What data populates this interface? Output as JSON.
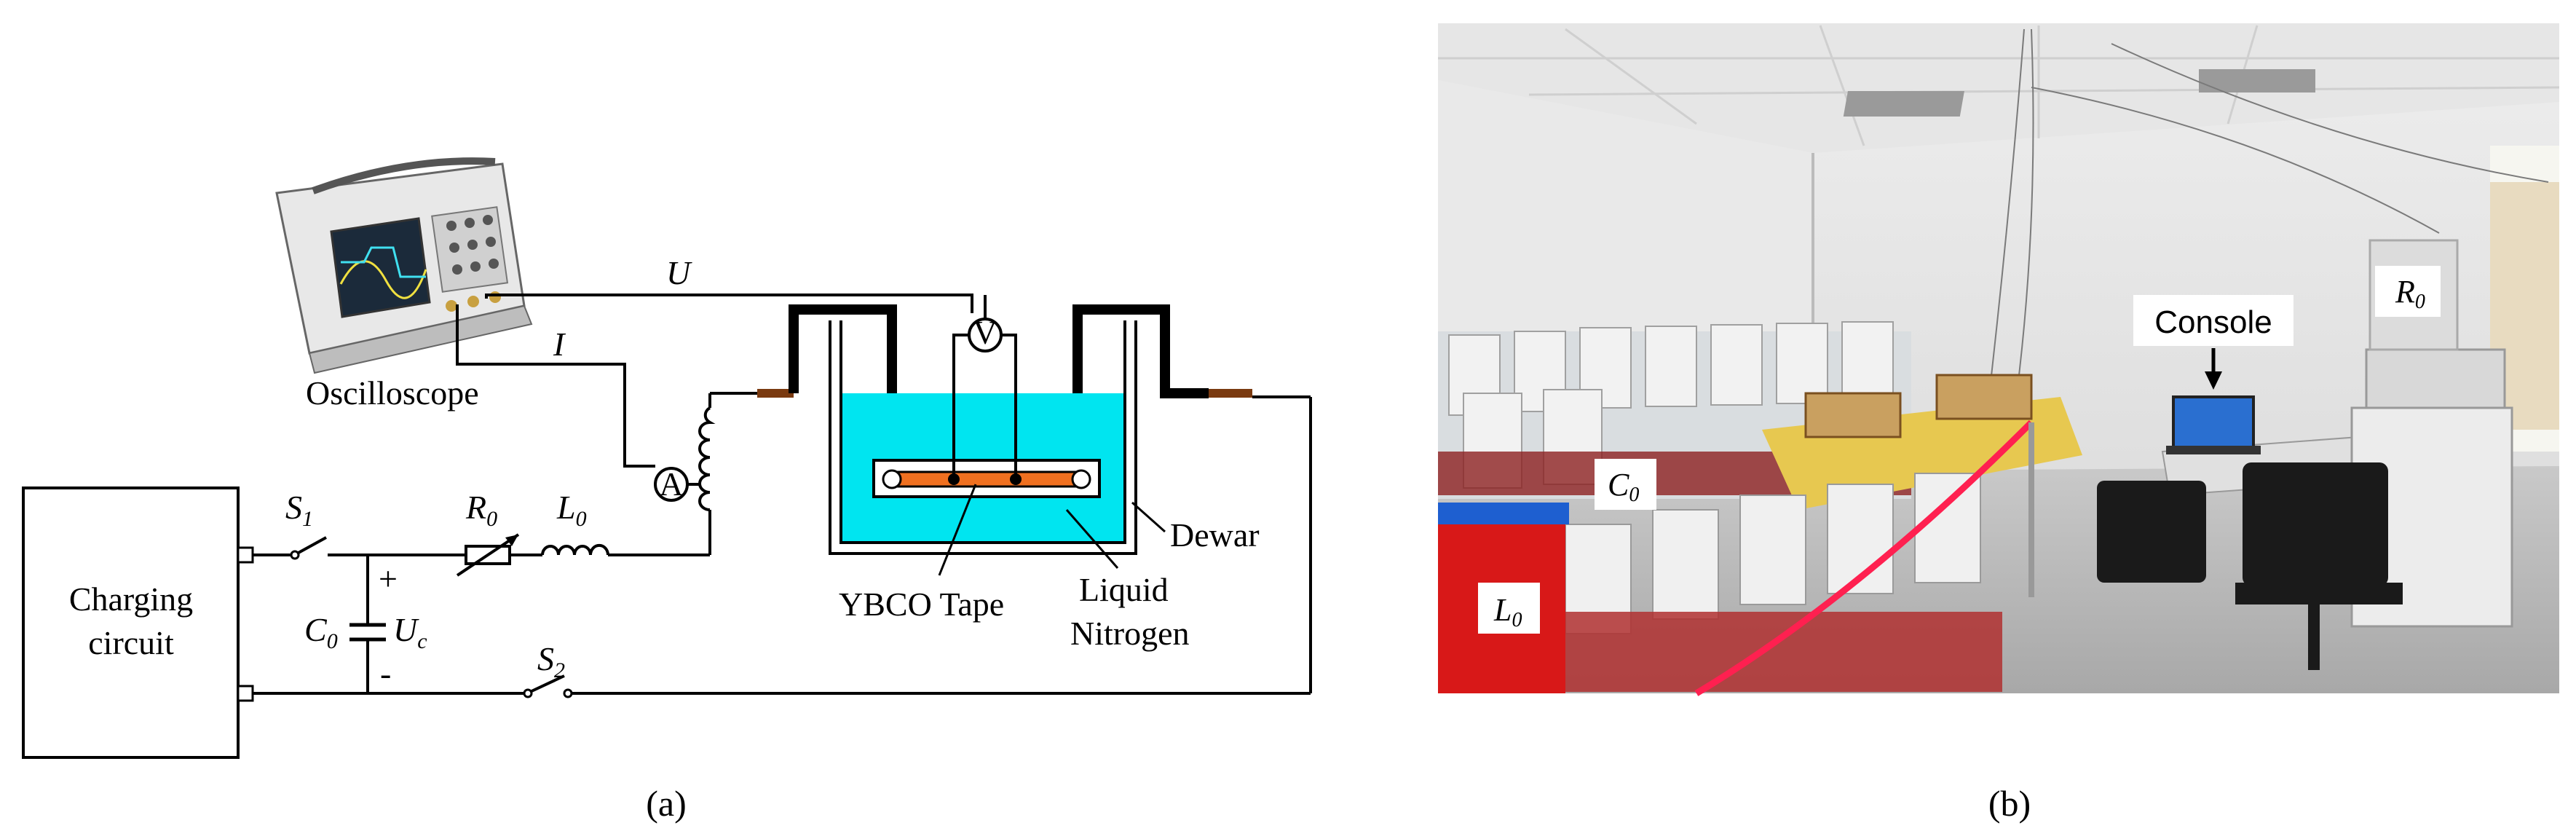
{
  "panel_a": {
    "oscilloscope_label": "Oscilloscope",
    "voltage_label": "U",
    "current_label": "I",
    "charging_line1": "Charging",
    "charging_line2": "circuit",
    "switch1": "S",
    "switch1_sub": "1",
    "switch2": "S",
    "switch2_sub": "2",
    "resistor": "R",
    "resistor_sub": "0",
    "inductor": "L",
    "inductor_sub": "0",
    "capacitor": "C",
    "capacitor_sub": "0",
    "cap_voltage": "U",
    "cap_voltage_sub": "c",
    "plus": "+",
    "minus": "-",
    "ammeter": "A",
    "voltmeter": "V",
    "dewar": "Dewar",
    "tape": "YBCO Tape",
    "nitrogen_line1": "Liquid",
    "nitrogen_line2": "Nitrogen",
    "caption": "(a)"
  },
  "panel_b": {
    "console_label": "Console",
    "r0": "R",
    "r0_sub": "0",
    "c0": "C",
    "c0_sub": "0",
    "l0": "L",
    "l0_sub": "0",
    "caption": "(b)"
  },
  "colors": {
    "liquid_nitrogen": "#00e5f0",
    "tape": "#f07020",
    "wire": "#000000"
  }
}
